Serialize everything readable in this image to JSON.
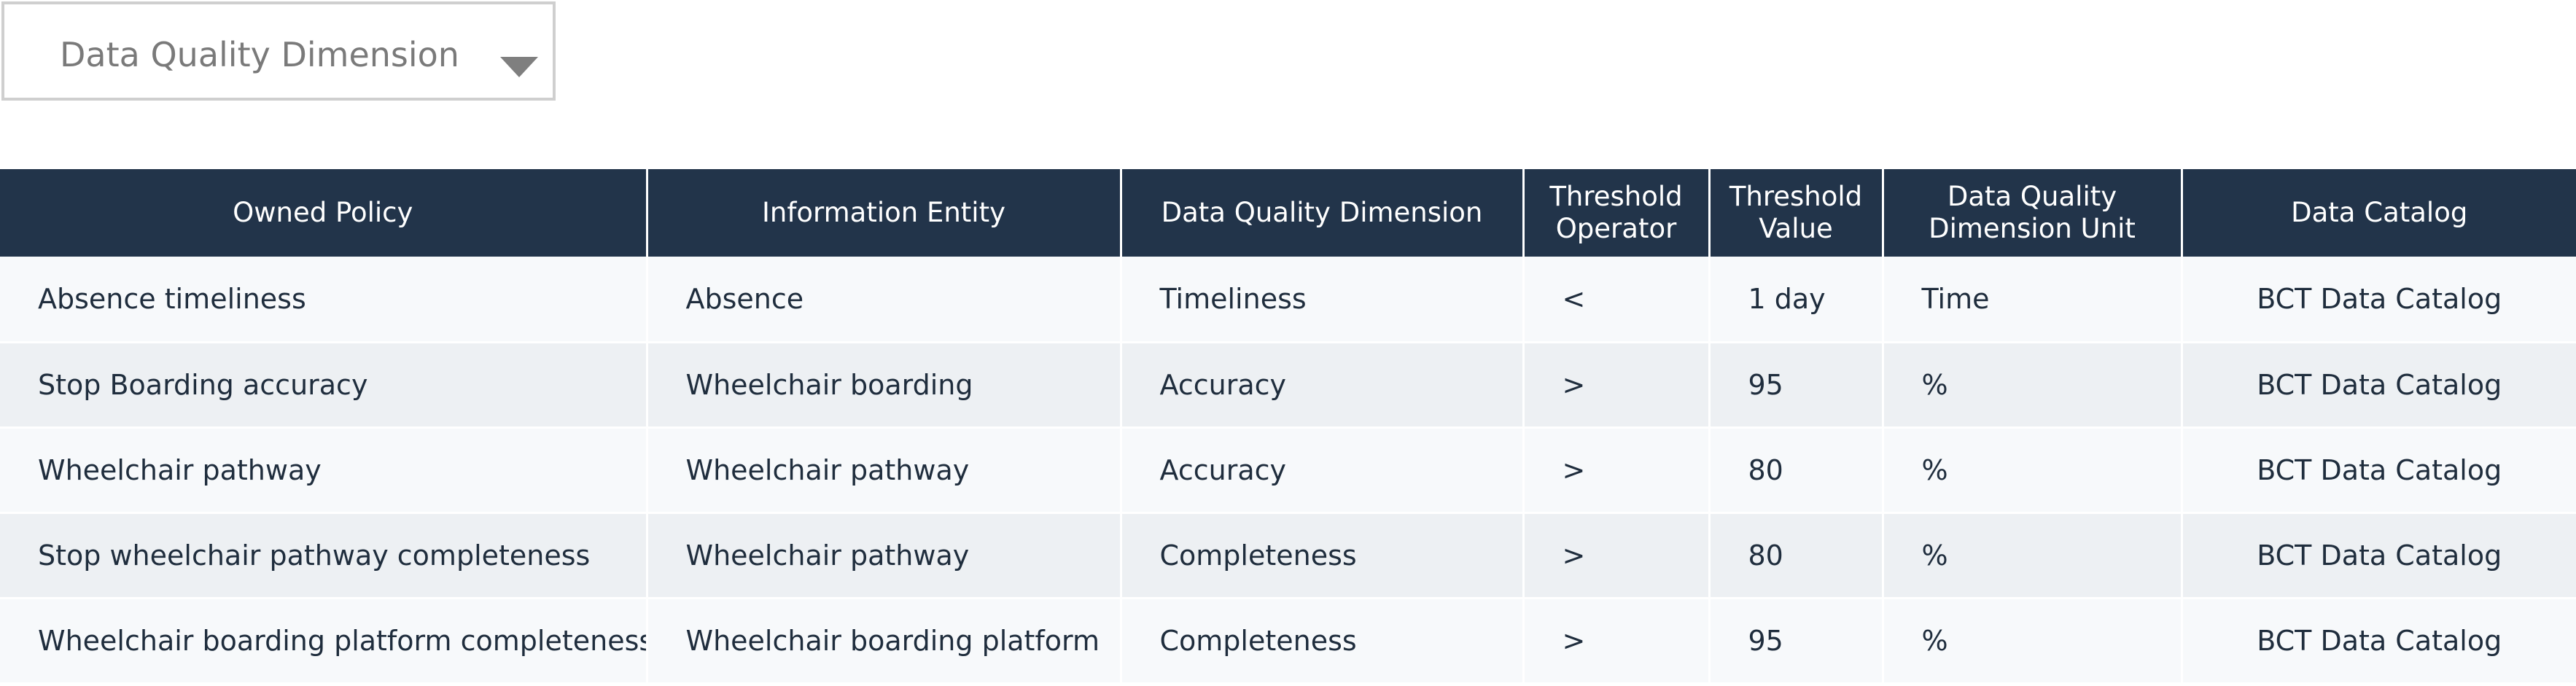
{
  "filter": {
    "label": "Data Quality Dimension"
  },
  "table": {
    "headers": [
      [
        "Owned Policy"
      ],
      [
        "Information Entity"
      ],
      [
        "Data Quality Dimension"
      ],
      [
        "Threshold",
        "Operator"
      ],
      [
        "Threshold",
        "Value"
      ],
      [
        "Data Quality",
        "Dimension Unit"
      ],
      [
        "Data Catalog"
      ]
    ],
    "rows": [
      [
        "Absence timeliness",
        "Absence",
        "Timeliness",
        "<",
        "1 day",
        "Time",
        "BCT Data Catalog"
      ],
      [
        "Stop Boarding accuracy",
        "Wheelchair boarding",
        "Accuracy",
        ">",
        "95",
        "%",
        "BCT Data Catalog"
      ],
      [
        "Wheelchair pathway",
        "Wheelchair pathway",
        "Accuracy",
        ">",
        "80",
        "%",
        "BCT Data Catalog"
      ],
      [
        "Stop wheelchair pathway completeness",
        "Wheelchair pathway",
        "Completeness",
        ">",
        "80",
        "%",
        "BCT Data Catalog"
      ],
      [
        "Wheelchair boarding platform completeness",
        "Wheelchair boarding platform",
        "Completeness",
        ">",
        "95",
        "%",
        "BCT Data Catalog"
      ]
    ]
  },
  "colors": {
    "header_bg": "#22344a",
    "row_odd": "#f7f9fb",
    "row_even": "#edf0f3"
  }
}
